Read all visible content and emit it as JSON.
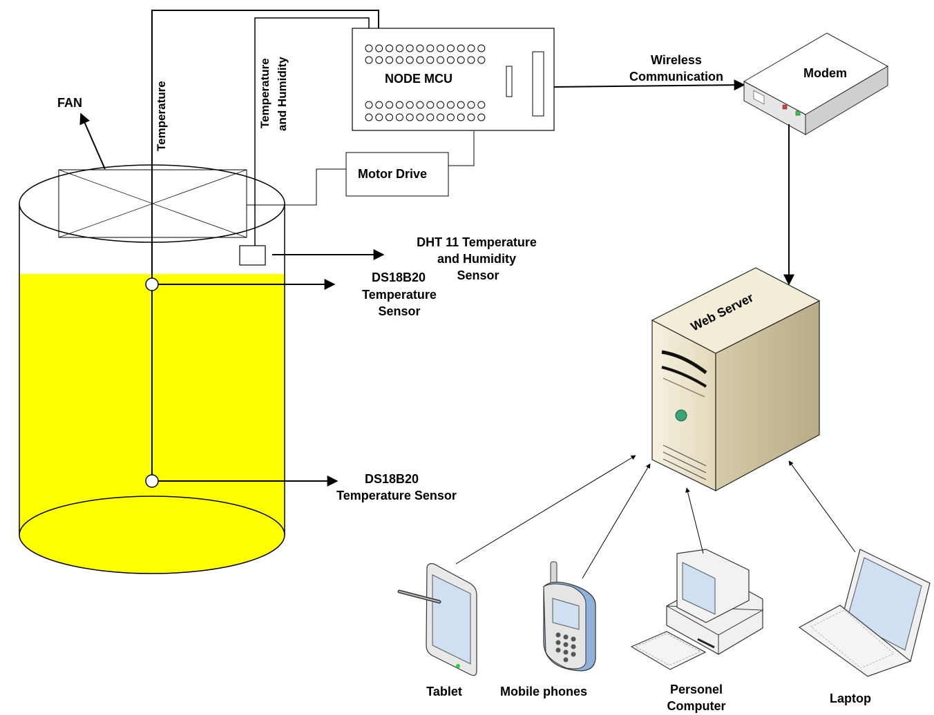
{
  "labels": {
    "fan": "FAN",
    "temperature_wire": "Temperature",
    "temp_humidity_wire_1": "Temperature",
    "temp_humidity_wire_2": "and Humidity",
    "node_mcu": "NODE MCU",
    "motor_drive": "Motor Drive",
    "wireless_1": "Wireless",
    "wireless_2": "Communication",
    "modem": "Modem",
    "dht_1": "DHT 11  Temperature",
    "dht_2": "and Humidity",
    "dht_3": "Sensor",
    "ds_top_1": "DS18B20",
    "ds_top_2": "Temperature",
    "ds_top_3": "Sensor",
    "ds_bottom_1": "DS18B20",
    "ds_bottom_2": "Temperature Sensor",
    "web_server": "Web Server",
    "tablet": "Tablet",
    "mobile": "Mobile phones",
    "pc_1": "Personel",
    "pc_2": "Computer",
    "laptop": "Laptop"
  },
  "colors": {
    "liquid": "#ffff00",
    "server_body": "#efe8d2",
    "server_side": "#c9bc9a",
    "device_screen": "#cfe0f2",
    "phone_side": "#8fb1dc",
    "modem_body": "#f4f4f4",
    "line": "#000000"
  },
  "icons": [
    "fan-icon",
    "modem-icon",
    "web-server-icon",
    "tablet-icon",
    "mobile-phone-icon",
    "personal-computer-icon",
    "laptop-icon"
  ]
}
